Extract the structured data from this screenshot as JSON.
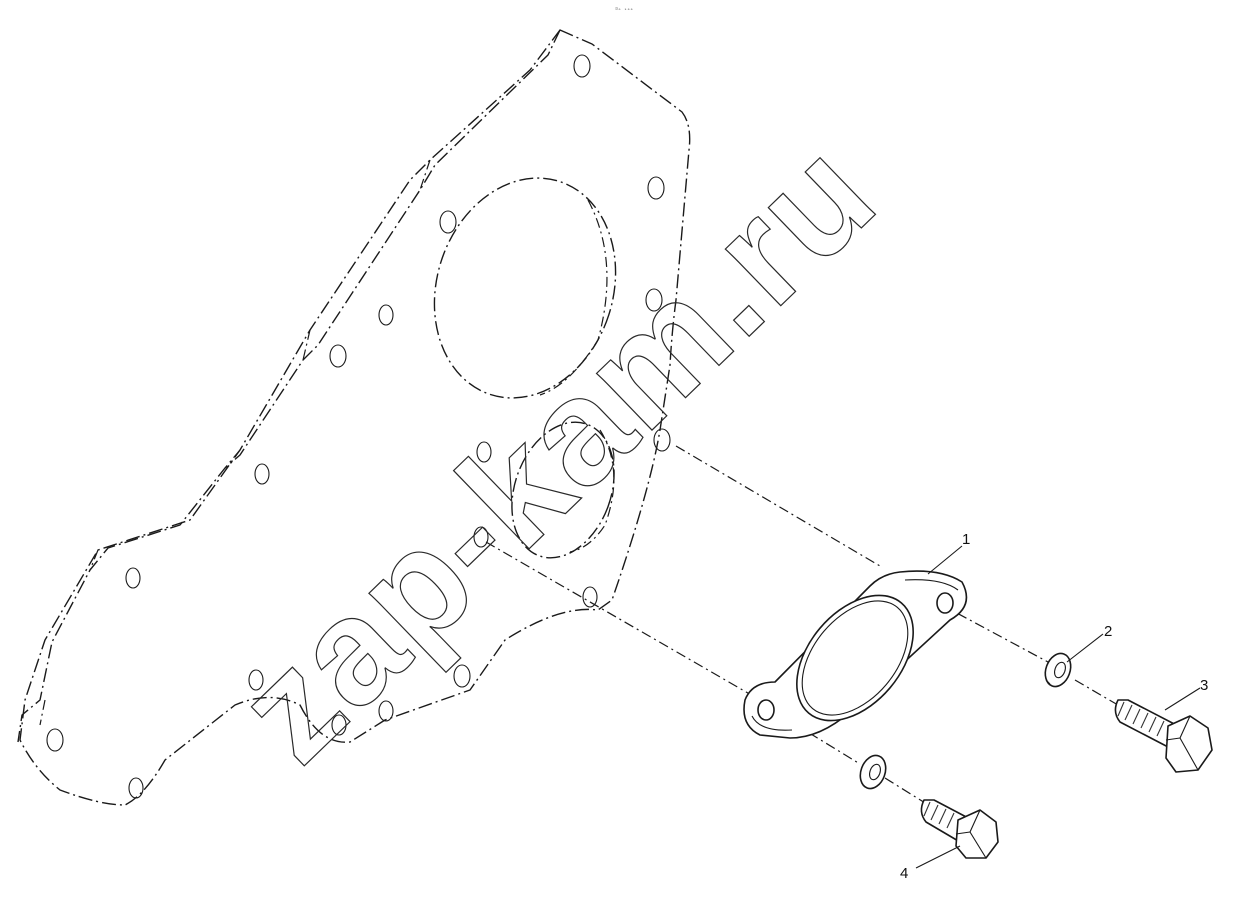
{
  "header": {
    "tiny_code": "¤ₒ ₛₐₐ"
  },
  "watermark": {
    "text": "zap-kam.ru"
  },
  "callouts": [
    {
      "id": "1",
      "part": "gasket"
    },
    {
      "id": "2",
      "part": "washer"
    },
    {
      "id": "3",
      "part": "bolt"
    },
    {
      "id": "4",
      "part": "bolt"
    }
  ]
}
